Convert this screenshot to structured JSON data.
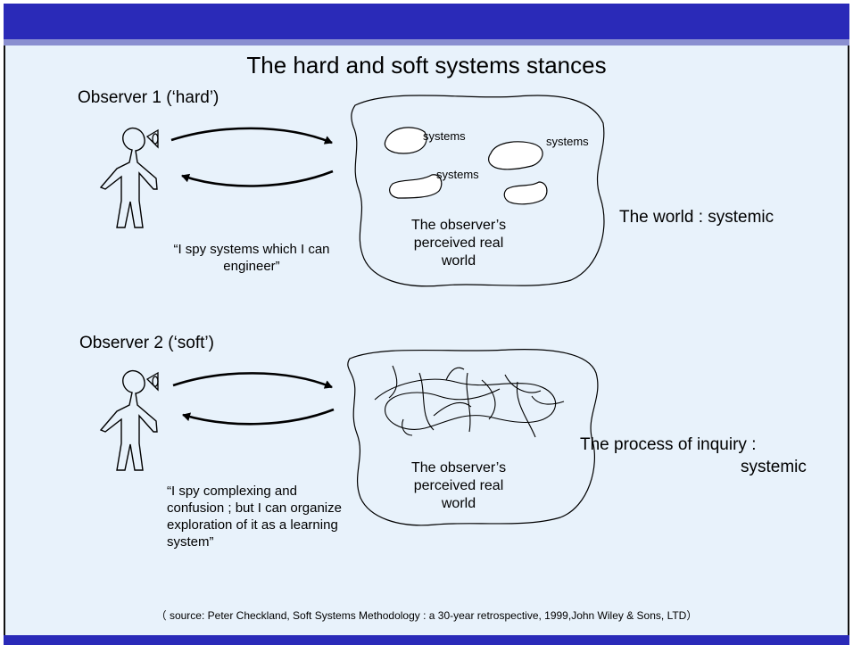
{
  "slide": {
    "title": "The hard and soft systems stances",
    "source": "（ source: Peter Checkland, Soft Systems Methodology : a 30-year retrospective, 1999,John Wiley & Sons, LTD）"
  },
  "hard": {
    "observer_label": "Observer 1 (‘hard’)",
    "quote": "“I spy systems which I can engineer”",
    "world_text": "The observer’s perceived real world",
    "systems_labels": [
      "systems",
      "systems",
      "systems"
    ],
    "stance": "The world : systemic"
  },
  "soft": {
    "observer_label": "Observer 2 (‘soft’)",
    "quote": "“I spy complexing and confusion ; but I can organize exploration of it as a learning system”",
    "world_text": "The observer’s perceived real world",
    "stance_line1": "The process of inquiry :",
    "stance_line2": "systemic"
  },
  "colors": {
    "bar": "#2a2ab8",
    "stripe": "#8a8fd0",
    "background": "#e8f2fb"
  },
  "icons": [
    "person-icon",
    "eye-icon",
    "arrow-icon"
  ]
}
